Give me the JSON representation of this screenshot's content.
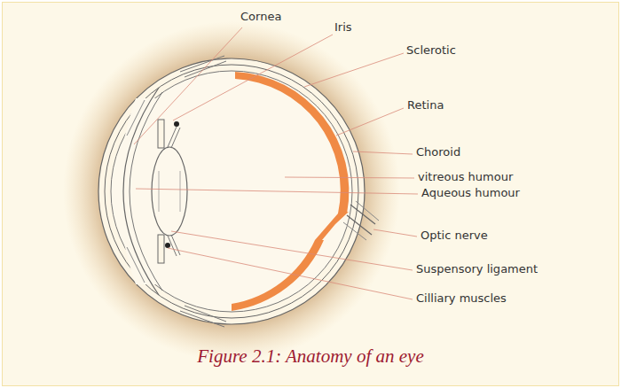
{
  "diagram": {
    "caption": "Figure 2.1: Anatomy of an eye",
    "labels": [
      "Cornea",
      "Iris",
      "Sclerotic",
      "Retina",
      "Choroid",
      "vitreous humour",
      "Aqueous humour",
      "Optic nerve",
      "Suspensory ligament",
      "Cilliary muscles"
    ]
  }
}
